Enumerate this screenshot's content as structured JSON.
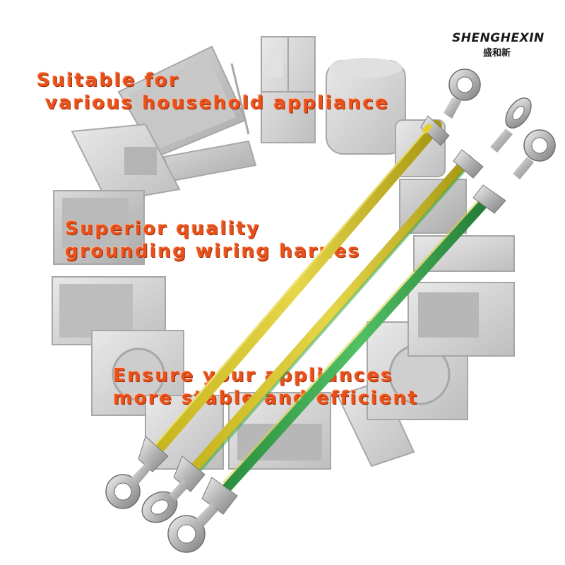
{
  "brand": {
    "name_en": "SHENGHEXIN",
    "name_cn": "盛和新"
  },
  "headline_1": {
    "line1": "Suitable for",
    "line2": "various household appliance"
  },
  "headline_2": {
    "line1": "Superior quality",
    "line2": "grounding wiring harnes"
  },
  "headline_3": {
    "line1": "Ensure your appliances",
    "line2": "more stable and efficient"
  },
  "colors": {
    "text_orange": "#e8501c",
    "wire_yellow": "#d2c22a",
    "wire_green": "#2fa04a",
    "terminal_metal": "#b8b8b8",
    "appliance_gray": "#c4c4c4"
  },
  "wires": [
    {
      "color": "yellow-green",
      "end_a": "ring-terminal",
      "end_b": "ring-terminal"
    },
    {
      "color": "yellow-green",
      "end_a": "ring-terminal",
      "end_b": "ring-terminal"
    },
    {
      "color": "green-yellow",
      "end_a": "ring-terminal",
      "end_b": "ring-terminal"
    }
  ]
}
